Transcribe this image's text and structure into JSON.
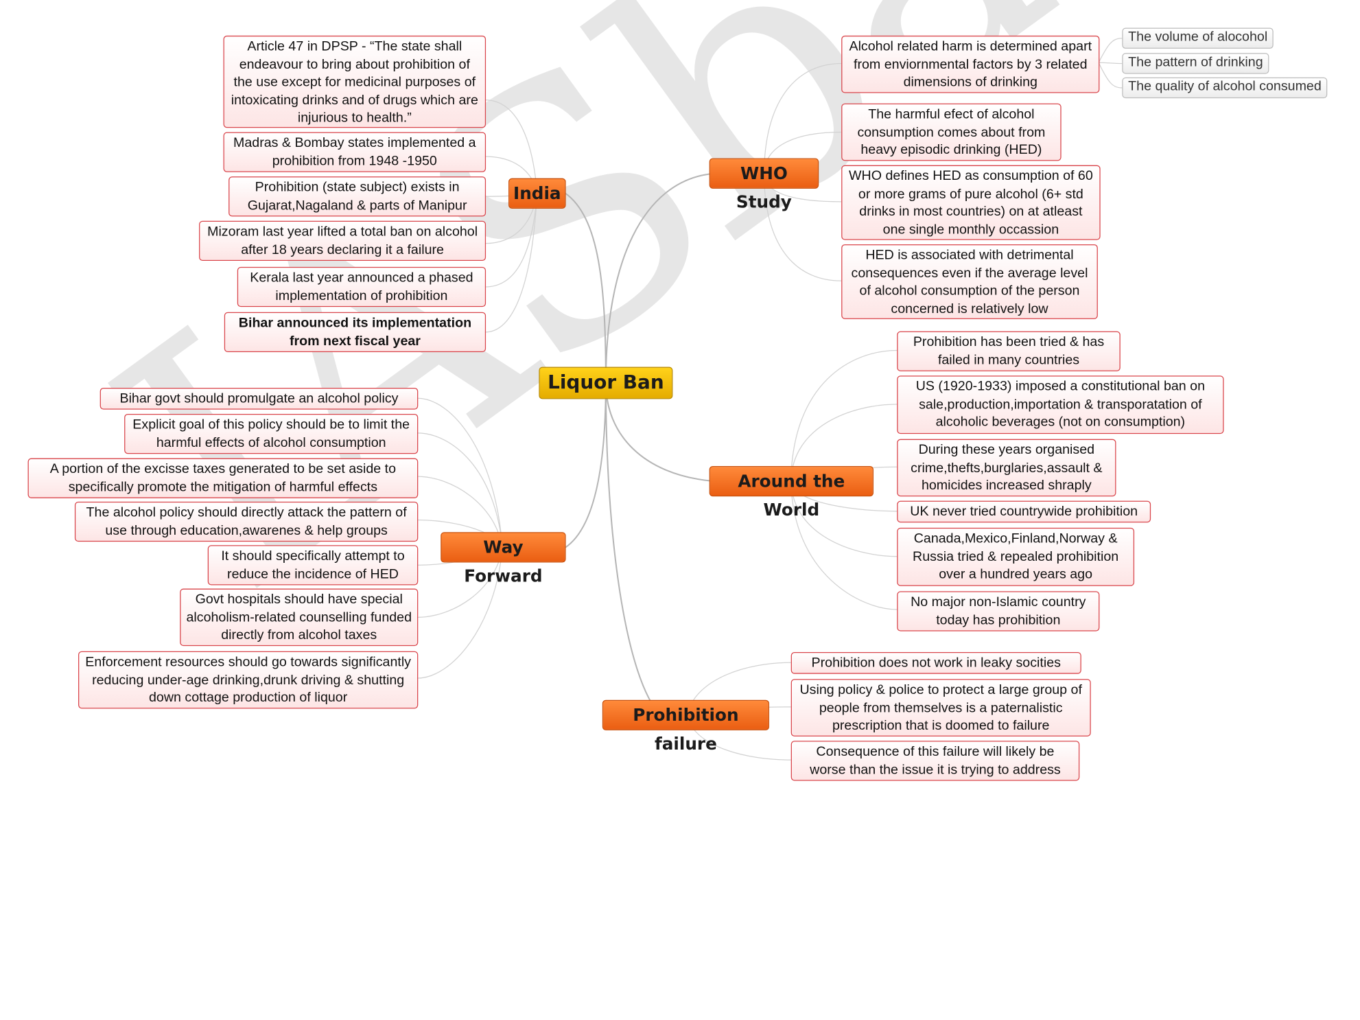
{
  "watermark": "IASbaba",
  "central": "Liquor Ban",
  "india": {
    "title": "India",
    "items": [
      "Article 47 in DPSP - “The state shall endeavour to bring about prohibition of the use except for medicinal purposes of intoxicating drinks and of drugs which are injurious to health.”",
      "Madras & Bombay states implemented a prohibition from 1948 -1950",
      "Prohibition (state subject) exists in Gujarat,Nagaland & parts of Manipur",
      "Mizoram last year lifted a total ban on alcohol after 18 years declaring it a failure",
      "Kerala last year announced a phased implementation of prohibition",
      "Bihar announced its implementation from next fiscal year"
    ]
  },
  "way_forward": {
    "title": "Way Forward",
    "items": [
      "Bihar govt should promulgate an alcohol policy",
      "Explicit goal of this policy should be to limit the harmful effects of alcohol consumption",
      "A portion of the excisse taxes generated to be set aside to specifically promote the mitigation of harmful effects",
      "The alcohol policy should directly attack the pattern of use through education,awarenes & help groups",
      "It should specifically attempt to reduce the incidence of HED",
      "Govt hospitals should have special alcoholism-related counselling funded directly from alcohol taxes",
      "Enforcement resources should go towards significantly reducing under-age drinking,drunk driving & shutting down cottage production of liquor"
    ]
  },
  "who": {
    "title": "WHO Study",
    "items": [
      "Alcohol related harm is determined apart from enviornmental factors by 3 related dimensions of drinking",
      "The harmful efect of alcohol consumption comes about from heavy episodic drinking (HED)",
      "WHO defines HED as consumption of 60 or more grams of pure alcohol (6+ std drinks in most countries) on at atleast one single monthly occassion",
      "HED is associated with detrimental consequences even if the average level of alcohol consumption of the person concerned is relatively low"
    ],
    "dimensions": [
      "The volume of alocohol",
      "The pattern of drinking",
      "The quality of alcohol consumed"
    ]
  },
  "world": {
    "title": "Around the World",
    "items": [
      "Prohibition has been tried & has failed in many countries",
      "US (1920-1933) imposed a constitutional ban on sale,production,importation & transporatation of alcoholic beverages (not on consumption)",
      "During these years organised crime,thefts,burglaries,assault & homicides increased shraply",
      "UK never tried countrywide prohibition",
      "Canada,Mexico,Finland,Norway & Russia tried & repealed prohibition over a hundred years ago",
      "No major non-Islamic country today has prohibition"
    ]
  },
  "failure": {
    "title": "Prohibition failure",
    "items": [
      "Prohibition does not work in leaky socities",
      "Using policy & police to protect a large group of people from themselves is a paternalistic prescription that is doomed to failure",
      "Consequence of this failure will likely be worse than the issue it is trying to address"
    ]
  },
  "colors": {
    "central": "#f5b800",
    "main_topic": "#f26a1b",
    "leaf_border": "#d9444a",
    "connector": "#b8b8b8"
  }
}
